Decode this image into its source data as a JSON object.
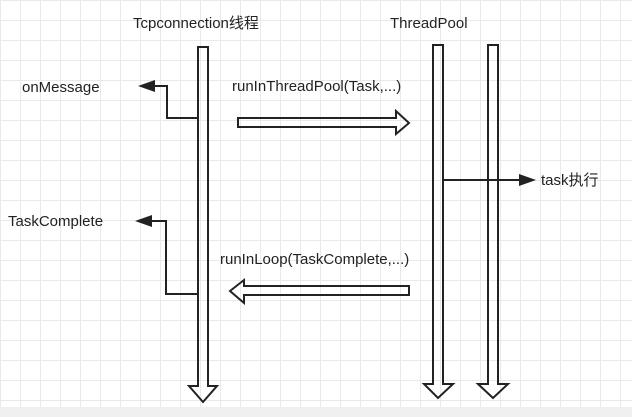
{
  "diagram": {
    "title_left": "Tcpconnection线程",
    "title_right": "ThreadPool",
    "labels": {
      "on_message": "onMessage",
      "run_in_thread_pool": "runInThreadPool(Task,...)",
      "task_exec": "task执行",
      "task_complete": "TaskComplete",
      "run_in_loop": "runInLoop(TaskComplete,...)"
    }
  },
  "colors": {
    "stroke": "#222222",
    "grid": "#e9e9e9",
    "background": "#ffffff"
  }
}
